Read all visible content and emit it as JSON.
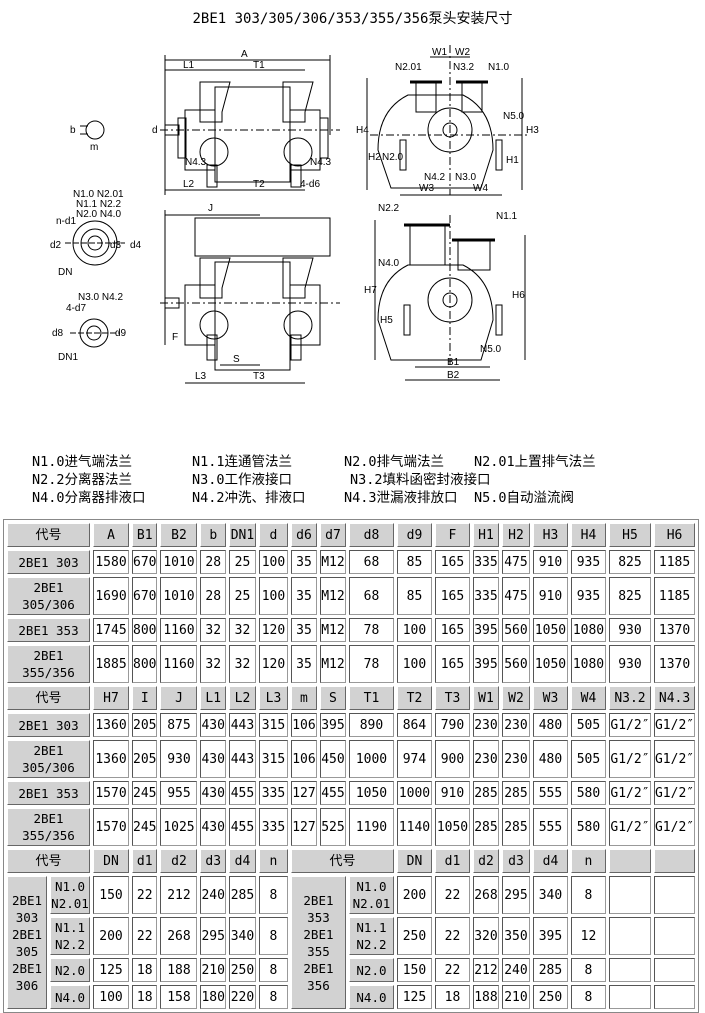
{
  "title": "2BE1 303/305/306/353/355/356泵头安装尺寸",
  "drawing_labels": {
    "A": "A",
    "L1": "L1",
    "T1": "T1",
    "L2": "L2",
    "T2": "T2",
    "d6": "4-d6",
    "N43a": "N4.3",
    "N43b": "N4.3",
    "d": "d",
    "b": "b",
    "m": "m",
    "W1": "W1",
    "W2": "W2",
    "N201": "N2.01",
    "N32": "N3.2",
    "N10": "N1.0",
    "N50": "N5.0",
    "H4": "H4",
    "H3": "H3",
    "H2": "H2",
    "N20": "N2.0",
    "H1": "H1",
    "N42": "N4.2",
    "N30": "N3.0",
    "W3": "W3",
    "W4": "W4",
    "fl1": "N1.0 N2.01",
    "fl2": "N1.1 N2.2",
    "fl3": "N2.0 N4.0",
    "nd1": "n-d1",
    "d2": "d2",
    "d3": "d3",
    "d4": "d4",
    "DN": "DN",
    "fl4": "N3.0 N4.2",
    "d7": "4-d7",
    "d8": "d8",
    "d9": "d9",
    "DN1": "DN1",
    "J": "J",
    "F": "F",
    "S": "S",
    "L3": "L3",
    "T3": "T3",
    "N22": "N2.2",
    "N11": "N1.1",
    "N40": "N4.0",
    "H7": "H7",
    "H5": "H5",
    "H6": "H6",
    "N50b": "N5.0",
    "B1": "B1",
    "B2": "B2"
  },
  "legend": [
    [
      "N1.0进气端法兰",
      "N1.1连通管法兰",
      "N2.0排气端法兰",
      "N2.01上置排气法兰"
    ],
    [
      "N2.2分离器法兰",
      "N3.0工作液接口",
      "N3.2填料函密封液接口"
    ],
    [
      "N4.0分离器排液口",
      "N4.2冲洗、排液口",
      "N4.3泄漏液排放口",
      "N5.0自动溢流阀"
    ]
  ],
  "table1": {
    "headers": [
      "代号",
      "A",
      "B1",
      "B2",
      "b",
      "DN1",
      "d",
      "d6",
      "d7",
      "d8",
      "d9",
      "F",
      "H1",
      "H2",
      "H3",
      "H4",
      "H5",
      "H6"
    ],
    "rows": [
      [
        "2BE1 303",
        "1580",
        "670",
        "1010",
        "28",
        "25",
        "100",
        "35",
        "M12",
        "68",
        "85",
        "165",
        "335",
        "475",
        "910",
        "935",
        "825",
        "1185"
      ],
      [
        "2BE1 305/306",
        "1690",
        "670",
        "1010",
        "28",
        "25",
        "100",
        "35",
        "M12",
        "68",
        "85",
        "165",
        "335",
        "475",
        "910",
        "935",
        "825",
        "1185"
      ],
      [
        "2BE1 353",
        "1745",
        "800",
        "1160",
        "32",
        "32",
        "120",
        "35",
        "M12",
        "78",
        "100",
        "165",
        "395",
        "560",
        "1050",
        "1080",
        "930",
        "1370"
      ],
      [
        "2BE1 355/356",
        "1885",
        "800",
        "1160",
        "32",
        "32",
        "120",
        "35",
        "M12",
        "78",
        "100",
        "165",
        "395",
        "560",
        "1050",
        "1080",
        "930",
        "1370"
      ]
    ]
  },
  "table2": {
    "headers": [
      "代号",
      "H7",
      "I",
      "J",
      "L1",
      "L2",
      "L3",
      "m",
      "S",
      "T1",
      "T2",
      "T3",
      "W1",
      "W2",
      "W3",
      "W4",
      "N3.2",
      "N4.3"
    ],
    "rows": [
      [
        "2BE1 303",
        "1360",
        "205",
        "875",
        "430",
        "443",
        "315",
        "106",
        "395",
        "890",
        "864",
        "790",
        "230",
        "230",
        "480",
        "505",
        "G1/2″",
        "G1/2″"
      ],
      [
        "2BE1 305/306",
        "1360",
        "205",
        "930",
        "430",
        "443",
        "315",
        "106",
        "450",
        "1000",
        "974",
        "900",
        "230",
        "230",
        "480",
        "505",
        "G1/2″",
        "G1/2″"
      ],
      [
        "2BE1 353",
        "1570",
        "245",
        "955",
        "430",
        "455",
        "335",
        "127",
        "455",
        "1050",
        "1000",
        "910",
        "285",
        "285",
        "555",
        "580",
        "G1/2″",
        "G1/2″"
      ],
      [
        "2BE1 355/356",
        "1570",
        "245",
        "1025",
        "430",
        "455",
        "335",
        "127",
        "525",
        "1190",
        "1140",
        "1050",
        "285",
        "285",
        "555",
        "580",
        "G1/2″",
        "G1/2″"
      ]
    ]
  },
  "table3": {
    "headers_left": [
      "代号",
      "DN",
      "d1",
      "d2",
      "d3",
      "d4",
      "n"
    ],
    "headers_right": [
      "代号",
      "DN",
      "d1",
      "d2",
      "d3",
      "d4",
      "n"
    ],
    "model_left": "2BE1 303 2BE1 305 2BE1 306",
    "model_right": "2BE1 353 2BE1 355 2BE1 356",
    "rows": [
      {
        "port_l": "N1.0 N2.01",
        "left": [
          "150",
          "22",
          "212",
          "240",
          "285",
          "8"
        ],
        "port_r": "N1.0 N2.01",
        "right": [
          "200",
          "22",
          "268",
          "295",
          "340",
          "8"
        ]
      },
      {
        "port_l": "N1.1 N2.2",
        "left": [
          "200",
          "22",
          "268",
          "295",
          "340",
          "8"
        ],
        "port_r": "N1.1 N2.2",
        "right": [
          "250",
          "22",
          "320",
          "350",
          "395",
          "12"
        ]
      },
      {
        "port_l": "N2.0",
        "left": [
          "125",
          "18",
          "188",
          "210",
          "250",
          "8"
        ],
        "port_r": "N2.0",
        "right": [
          "150",
          "22",
          "212",
          "240",
          "285",
          "8"
        ]
      },
      {
        "port_l": "N4.0",
        "left": [
          "100",
          "18",
          "158",
          "180",
          "220",
          "8"
        ],
        "port_r": "N4.0",
        "right": [
          "125",
          "18",
          "188",
          "210",
          "250",
          "8"
        ]
      }
    ]
  }
}
